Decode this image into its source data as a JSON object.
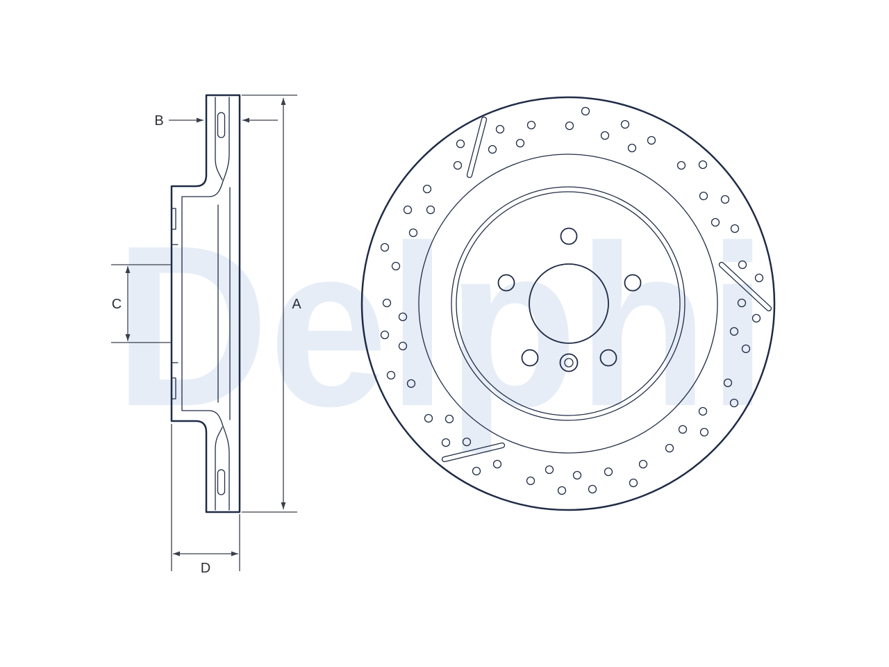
{
  "figure": {
    "watermark": "Delphi",
    "dimension_labels": {
      "A": "A",
      "B": "B",
      "C": "C",
      "D": "D"
    }
  },
  "colors": {
    "line": "#1f2b45",
    "dimension": "#3a3f4a",
    "watermark": "#e6edf7",
    "label": "#2b2f38",
    "background": "#ffffff"
  }
}
